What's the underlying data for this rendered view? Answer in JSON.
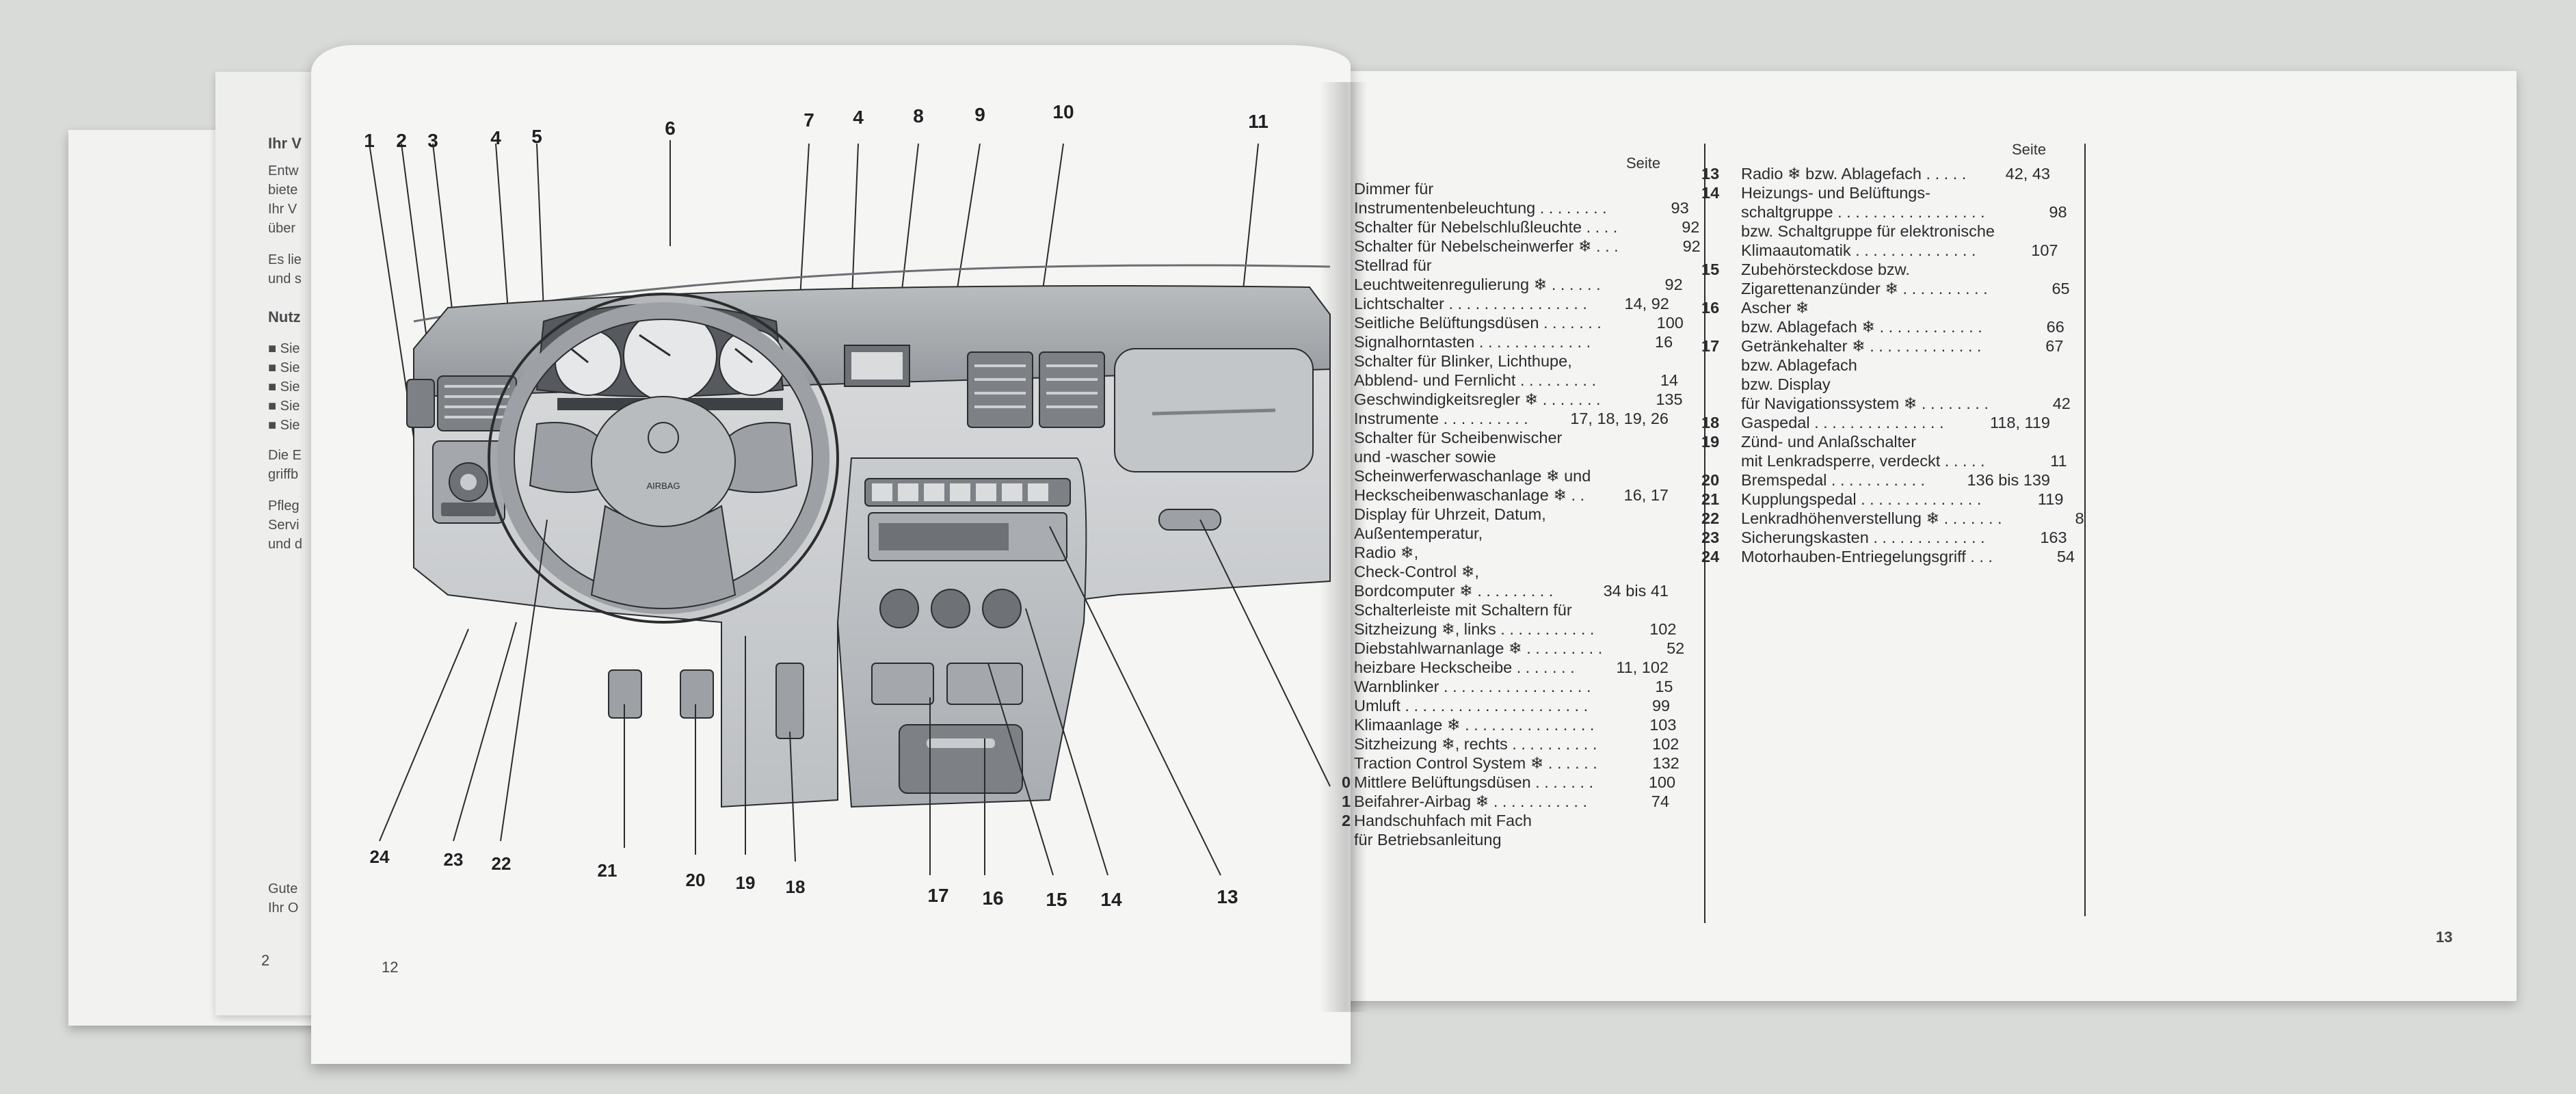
{
  "left_strip": {
    "heading1": "Ihr V",
    "intro_lines": [
      "Entw",
      "biete",
      "Ihr V",
      "über"
    ],
    "para2": [
      "Es lie",
      "und s"
    ],
    "heading2": "Nutz",
    "bullets": [
      "Sie",
      "Sie",
      "Sie",
      "Sie",
      "Sie"
    ],
    "para3": [
      "Die E",
      "griffb"
    ],
    "para4": [
      "Pfleg",
      "Servi",
      "und d"
    ],
    "footer": [
      "Gute",
      "Ihr O"
    ],
    "page_number": "2"
  },
  "left_page": {
    "page_number": "12",
    "callouts_top": [
      "1",
      "2",
      "3",
      "4",
      "5",
      "6",
      "7",
      "4",
      "8",
      "9",
      "10",
      "11"
    ],
    "callouts_bottom": [
      "24",
      "23",
      "22",
      "21",
      "20",
      "19",
      "18",
      "17",
      "16",
      "15",
      "14",
      "13"
    ],
    "panel_text": "AIRBAG"
  },
  "right_page": {
    "page_number": "13",
    "seite_label": "Seite",
    "column1": [
      {
        "num": "",
        "text": "Dimmer für",
        "page": ""
      },
      {
        "num": "",
        "text": "Instrumentenbeleuchtung . . . . . . . .",
        "page": "93"
      },
      {
        "num": "",
        "text": "Schalter für Nebelschlußleuchte . . . .",
        "page": "92"
      },
      {
        "num": "",
        "text": "Schalter für Nebelscheinwerfer ❄ . . .",
        "page": "92"
      },
      {
        "num": "",
        "text": "Stellrad für",
        "page": ""
      },
      {
        "num": "",
        "text": "Leuchtweitenregulierung ❄ . . . . . .",
        "page": "92"
      },
      {
        "num": "",
        "text": "Lichtschalter . . . . . . . . . . . . . . . .",
        "page": "14, 92"
      },
      {
        "num": "",
        "text": "Seitliche Belüftungsdüsen . . . . . . .",
        "page": "100"
      },
      {
        "num": "",
        "text": "Signalhorntasten . . . . . . . . . . . . .",
        "page": "16"
      },
      {
        "num": "",
        "text": "Schalter für Blinker, Lichthupe,",
        "page": ""
      },
      {
        "num": "",
        "text": "Abblend- und Fernlicht . . . . . . . . .",
        "page": "14"
      },
      {
        "num": "",
        "text": "Geschwindigkeitsregler ❄ . . . . . . .",
        "page": "135"
      },
      {
        "num": "",
        "text": "Instrumente . . . . . . . . . .",
        "page": "17, 18, 19, 26"
      },
      {
        "num": "",
        "text": "Schalter für Scheibenwischer",
        "page": ""
      },
      {
        "num": "",
        "text": "und -wascher sowie",
        "page": ""
      },
      {
        "num": "",
        "text": "Scheinwerferwaschanlage ❄ und",
        "page": ""
      },
      {
        "num": "",
        "text": "Heckscheibenwaschanlage ❄ . .",
        "page": "16, 17"
      },
      {
        "num": "",
        "text": "Display für Uhrzeit, Datum,",
        "page": ""
      },
      {
        "num": "",
        "text": "Außentemperatur,",
        "page": ""
      },
      {
        "num": "",
        "text": "Radio ❄,",
        "page": ""
      },
      {
        "num": "",
        "text": "Check-Control ❄,",
        "page": ""
      },
      {
        "num": "",
        "text": "Bordcomputer ❄ . . . . . . . . .",
        "page": "34 bis 41"
      },
      {
        "num": "",
        "text": "Schalterleiste mit Schaltern für",
        "page": ""
      },
      {
        "num": "",
        "text": "Sitzheizung ❄, links . . . . . . . . . . .",
        "page": "102"
      },
      {
        "num": "",
        "text": "Diebstahlwarnanlage ❄ . . . . . . . . .",
        "page": "52"
      },
      {
        "num": "",
        "text": "heizbare Heckscheibe . . . . . . .",
        "page": "11, 102"
      },
      {
        "num": "",
        "text": "Warnblinker . . . . . . . . . . . . . . . . .",
        "page": "15"
      },
      {
        "num": "",
        "text": "Umluft . . . . . . . . . . . . . . . . . . . . .",
        "page": "99"
      },
      {
        "num": "",
        "text": "Klimaanlage ❄ . . . . . . . . . . . . . . .",
        "page": "103"
      },
      {
        "num": "",
        "text": "Sitzheizung ❄, rechts . . . . . . . . . .",
        "page": "102"
      },
      {
        "num": "",
        "text": "Traction Control System ❄ . . . . . .",
        "page": "132"
      },
      {
        "num": "0",
        "text": "Mittlere Belüftungsdüsen . . . . . . .",
        "page": "100"
      },
      {
        "num": "1",
        "text": "Beifahrer-Airbag ❄ . . . . . . . . . . .",
        "page": "74"
      },
      {
        "num": "2",
        "text": "Handschuhfach mit Fach",
        "page": ""
      },
      {
        "num": "",
        "text": "für Betriebsanleitung",
        "page": ""
      }
    ],
    "column2": [
      {
        "num": "13",
        "text": "Radio ❄ bzw. Ablagefach . . . . .",
        "page": "42, 43"
      },
      {
        "num": "14",
        "text": "Heizungs- und Belüftungs-",
        "page": ""
      },
      {
        "num": "",
        "text": "schaltgruppe . . . . . . . . . . . . . . . . .",
        "page": "98"
      },
      {
        "num": "",
        "text": "bzw. Schaltgruppe für elektronische",
        "page": ""
      },
      {
        "num": "",
        "text": "Klimaautomatik . . . . . . . . . . . . . .",
        "page": "107"
      },
      {
        "num": "15",
        "text": "Zubehörsteckdose bzw.",
        "page": ""
      },
      {
        "num": "",
        "text": "Zigarettenanzünder ❄ . . . . . . . . . .",
        "page": "65"
      },
      {
        "num": "16",
        "text": "Ascher ❄",
        "page": ""
      },
      {
        "num": "",
        "text": "bzw. Ablagefach ❄ . . . . . . . . . . . .",
        "page": "66"
      },
      {
        "num": "17",
        "text": "Getränkehalter ❄ . . . . . . . . . . . . .",
        "page": "67"
      },
      {
        "num": "",
        "text": "bzw. Ablagefach",
        "page": ""
      },
      {
        "num": "",
        "text": "bzw. Display",
        "page": ""
      },
      {
        "num": "",
        "text": "für Navigationssystem ❄ . . . . . . . .",
        "page": "42"
      },
      {
        "num": "18",
        "text": "Gaspedal . . . . . . . . . . . . . . .",
        "page": "118, 119"
      },
      {
        "num": "19",
        "text": "Zünd- und Anlaßschalter",
        "page": ""
      },
      {
        "num": "",
        "text": "mit Lenkradsperre, verdeckt . . . . .",
        "page": "11"
      },
      {
        "num": "20",
        "text": "Bremspedal . . . . . . . . . . .",
        "page": "136 bis 139"
      },
      {
        "num": "21",
        "text": "Kupplungspedal . . . . . . . . . . . . . .",
        "page": "119"
      },
      {
        "num": "22",
        "text": "Lenkradhöhenverstellung ❄ . . . . . . .",
        "page": "8"
      },
      {
        "num": "23",
        "text": "Sicherungskasten . . . . . . . . . . . . .",
        "page": "163"
      },
      {
        "num": "24",
        "text": "Motorhauben-Entriegelungsgriff . . .",
        "page": "54"
      }
    ]
  }
}
